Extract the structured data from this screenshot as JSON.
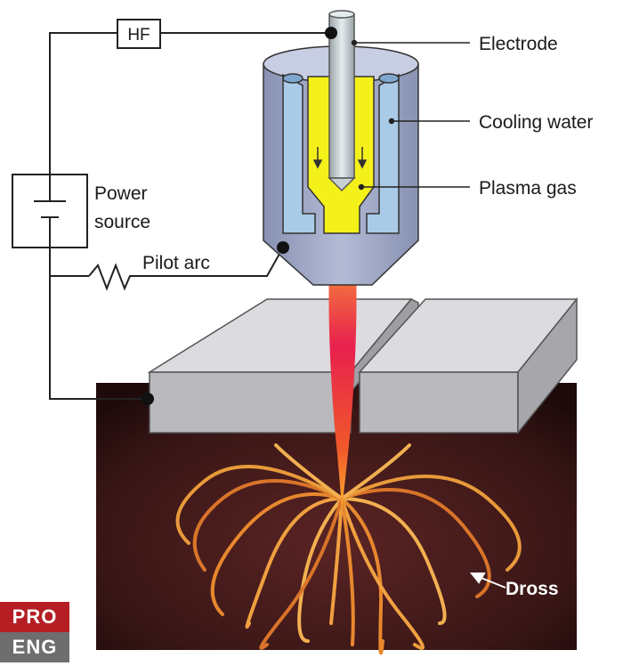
{
  "labels": {
    "hf": "HF",
    "power_source_line1": "Power",
    "power_source_line2": "source",
    "pilot_arc": "Pilot arc",
    "electrode": "Electrode",
    "cooling_water": "Cooling water",
    "plasma_gas": "Plasma gas",
    "dross": "Dross"
  },
  "watermark": {
    "line1": "PRO",
    "line2": "ENG"
  },
  "colors": {
    "ground": "#4a1f1f",
    "torch_body": "#9fa8c6",
    "cooling_water": "#a9cbe8",
    "plasma_gas": "#f4f01a",
    "plasma_jet": "#e8264a",
    "sparks": "#e89a3a",
    "plate": "#c8c8cc",
    "watermark_top": "#b51f24",
    "watermark_bottom": "#6e6e6e"
  }
}
